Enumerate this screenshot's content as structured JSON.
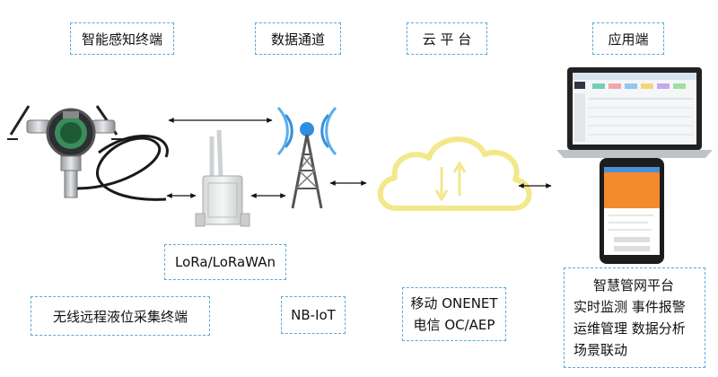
{
  "headers": {
    "sensing": "智能感知终端",
    "channel": "数据通道",
    "cloud": "云 平 台",
    "app": "应用端"
  },
  "labels": {
    "lora": "LoRa/LoRaWAn",
    "terminal": "无线远程液位采集终端",
    "nbiot": "NB-IoT"
  },
  "cloud_box": {
    "line1": "移动 ONENET",
    "line2": "电信 OC/AEP"
  },
  "platform_box": {
    "title": "智慧管网平台",
    "line1": "实时监测  事件报警",
    "line2": "运维管理  数据分析",
    "line3": "场景联动"
  },
  "colors": {
    "dashed_border": "#5aa9d6",
    "cloud": "#f3e88a",
    "tower_signal": "#2f8fe0",
    "device_green": "#3a8c5a"
  }
}
